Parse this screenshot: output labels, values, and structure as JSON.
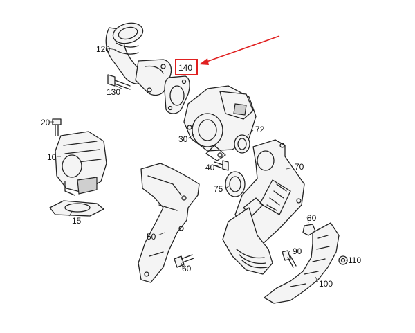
{
  "labels": {
    "p120": "120",
    "p140": "140",
    "p130": "130",
    "p20": "20",
    "p10": "10",
    "p15": "15",
    "p30": "30",
    "p72": "72",
    "p40": "40",
    "p75": "75",
    "p70": "70",
    "p50": "50",
    "p60": "60",
    "p80": "80",
    "p90": "90",
    "p110": "110",
    "p100": "100"
  },
  "annotation": {
    "highlight_color": "#e02020",
    "highlighted_part": "140"
  }
}
